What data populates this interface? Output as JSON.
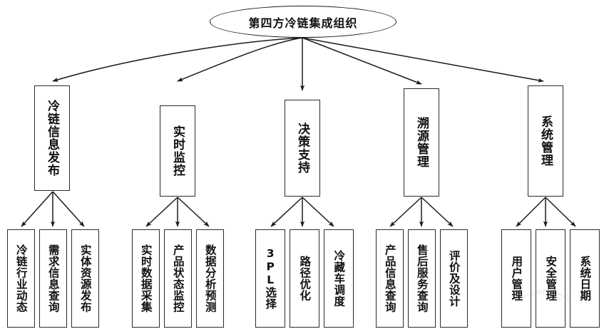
{
  "diagram": {
    "title": "第四方冷链集成组织",
    "type": "hierarchy-tree",
    "levels": 3,
    "colors": {
      "stroke": "#2b2b2b",
      "text": "#111111",
      "background": "#ffffff"
    },
    "root": {
      "label": "第四方冷链集成组织",
      "shape": "ellipse"
    },
    "branches": [
      {
        "label": "冷链信息发布",
        "children": [
          {
            "label": "冷链行业动态"
          },
          {
            "label": "需求信息查询"
          },
          {
            "label": "实体资源发布"
          }
        ]
      },
      {
        "label": "实时监控",
        "children": [
          {
            "label": "实时数据采集"
          },
          {
            "label": "产品状态监控"
          },
          {
            "label": "数据分析预测"
          }
        ]
      },
      {
        "label": "决策支持",
        "children": [
          {
            "label": "3PL选择"
          },
          {
            "label": "路径优化"
          },
          {
            "label": "冷藏车调度"
          }
        ]
      },
      {
        "label": "溯源管理",
        "children": [
          {
            "label": "产品信息查询"
          },
          {
            "label": "售后服务查询"
          },
          {
            "label": "评价及设计"
          }
        ]
      },
      {
        "label": "系统管理",
        "children": [
          {
            "label": "用户管理"
          },
          {
            "label": "安全管理"
          },
          {
            "label": "系统日期"
          }
        ]
      }
    ]
  }
}
